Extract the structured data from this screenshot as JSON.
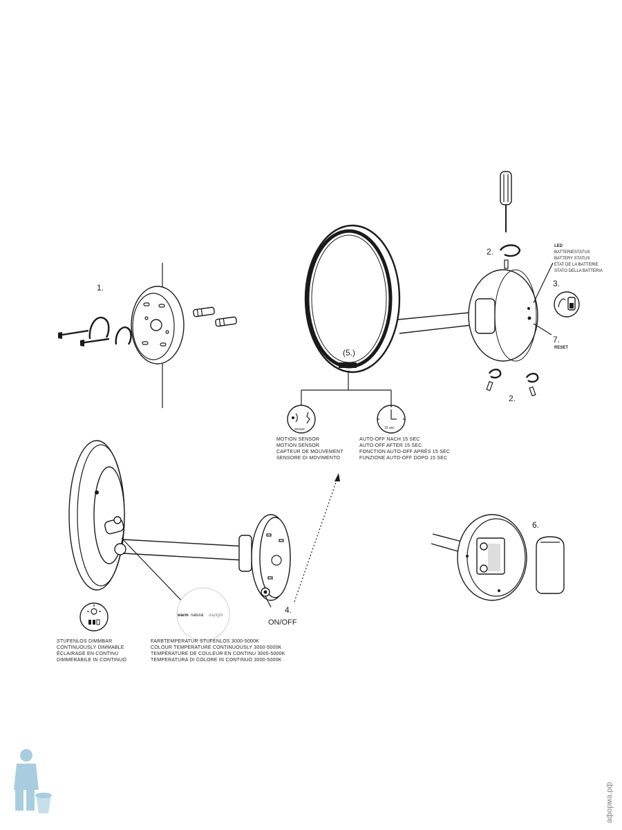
{
  "steps": {
    "s1": "1.",
    "s2_top": "2.",
    "s2_bottom": "2.",
    "s3": "3.",
    "s4": "4.",
    "s5": "(5.)",
    "s6": "6.",
    "s7": "7."
  },
  "led_block": {
    "title": "LED",
    "lines": [
      "BATTERIESTATUS",
      "BATTERY STATUS",
      "ÉTAT DE LA BATTERIE",
      "STATO DELLA BATTERIA"
    ]
  },
  "reset_label": "RESET",
  "onoff_label": "ON/OFF",
  "sensor_icon_text": "sensor",
  "timer_icon_text": "15 sec",
  "motion_sensor": [
    "MOTION SENSOR",
    "MOTION SENSOR",
    "CAPTEUR DE MOUVEMENT",
    "SENSORE DI MOVIMENTO"
  ],
  "auto_off": [
    "AUTO-OFF NACH 15 SEC",
    "AUTO-OFF AFTER 15 SEC",
    "FONCTION AUTO-OFF APRÈS 15 SEC",
    "FUNZIONE AUTO-OFF DOPO 15 SEC"
  ],
  "dimmable": [
    "STUFENLOS DIMMBAR",
    "CONTINUOUSLY DIMMABLE",
    "ÉCLAIRAGE EN CONTINU",
    "DIMMERABILE IN CONTINUO"
  ],
  "colour_temp": [
    "FARBTEMPERATUR STUFENLOS 3000-5000K",
    "COLOUR TEMPERATURE CONTINUOUSLY 3000-5000K",
    "TEMPÉRATURE DE COULEUR EN CONTINU 3000-5000K",
    "TEMPERATURA DI COLORE IN CONTINUO 3000-5000K"
  ],
  "colour_badge": {
    "warm": "warm",
    "natural": "natural",
    "daylight": "daylight"
  },
  "watermark": "аформа.рф"
}
